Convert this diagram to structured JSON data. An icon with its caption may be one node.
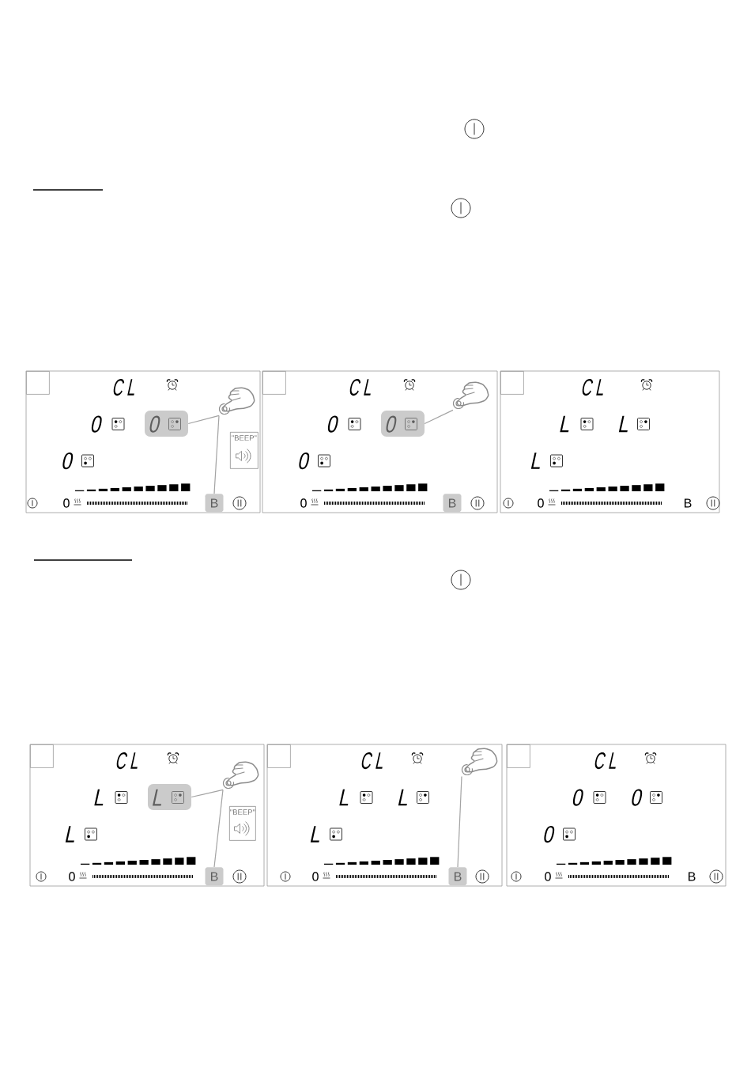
{
  "diagram": {
    "nodes": [
      {
        "text": [],
        "shape": "box"
      },
      {
        "text": [],
        "shape": "box",
        "in": 0
      },
      {
        "text": [
          "0"
        ],
        "in": 0
      },
      {
        "text": [],
        "shape": "picture",
        "in": 0
      },
      {
        "text": [
          "\"BEEP\""
        ],
        "in": 0
      },
      {
        "text": [
          "B"
        ],
        "in": 0
      },
      {
        "text": [],
        "shape": "box"
      },
      {
        "text": [],
        "shape": "box",
        "in": 6
      },
      {
        "text": [
          "0"
        ],
        "in": 6
      },
      {
        "text": [],
        "shape": "picture",
        "in": 6
      },
      {
        "text": [
          "B"
        ],
        "in": 6
      },
      {
        "text": [],
        "shape": "box"
      },
      {
        "text": [],
        "shape": "box",
        "in": 11
      },
      {
        "text": [],
        "shape": "box"
      },
      {
        "text": [],
        "shape": "box",
        "in": 13
      },
      {
        "text": [
          "L"
        ],
        "in": 13
      },
      {
        "text": [],
        "shape": "picture",
        "in": 13
      },
      {
        "text": [
          "\"BEEP\""
        ],
        "in": 13
      },
      {
        "text": [
          "B"
        ],
        "in": 13
      },
      {
        "text": [],
        "shape": "box"
      },
      {
        "text": [],
        "shape": "box",
        "in": 19
      },
      {
        "text": [],
        "shape": "picture",
        "in": 19
      },
      {
        "text": [
          "B"
        ],
        "in": 19
      },
      {
        "text": [],
        "shape": "box"
      },
      {
        "text": [],
        "shape": "box",
        "in": 23
      }
    ],
    "edges": [
      {
        "from": 3,
        "to": 2,
        "arrow": "none"
      },
      {
        "from": 3,
        "to": 5,
        "arrow": "none"
      },
      {
        "from": 9,
        "to": 8,
        "arrow": "none"
      },
      {
        "from": 16,
        "to": 15,
        "arrow": "none"
      },
      {
        "from": 16,
        "to": 18,
        "arrow": "none"
      },
      {
        "from": 21,
        "to": 22,
        "arrow": "none"
      }
    ],
    "labels": [
      "C L",
      "0",
      "0",
      "0",
      "C L",
      "0",
      "0",
      "0",
      "C L",
      "L",
      "L",
      "L",
      "0",
      "B",
      "C L",
      "L",
      "L",
      "0",
      "C L",
      "L",
      "L",
      "L",
      "0",
      "C L",
      "0",
      "0",
      "0",
      "0",
      "B"
    ]
  }
}
